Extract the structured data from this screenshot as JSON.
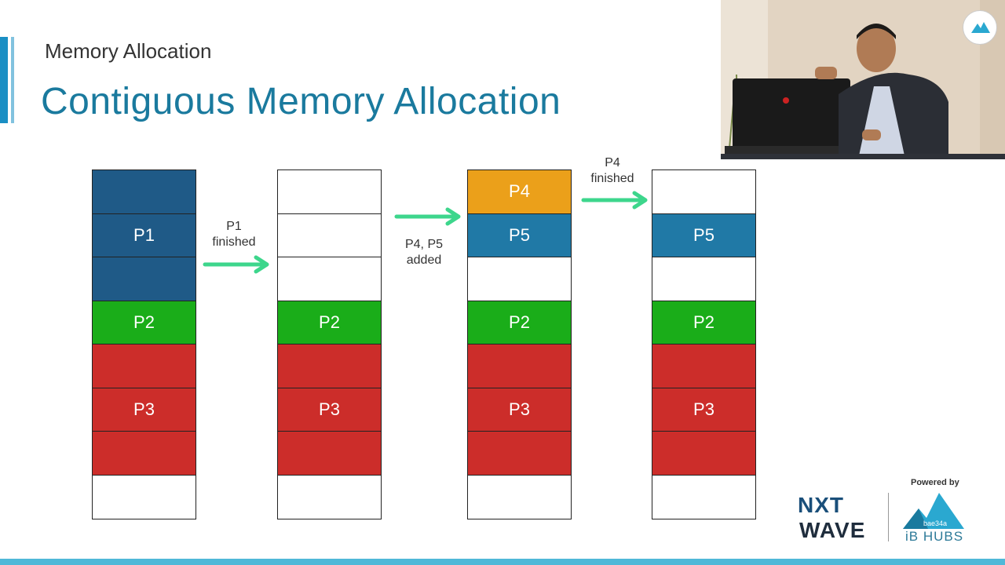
{
  "header": {
    "section_label": "Memory Allocation",
    "title": "Contiguous Memory Allocation"
  },
  "columns": [
    {
      "cells": [
        {
          "label": "",
          "color": "#1f5a87"
        },
        {
          "label": "P1",
          "color": "#1f5a87"
        },
        {
          "label": "",
          "color": "#1f5a87"
        },
        {
          "label": "P2",
          "color": "#1aad19"
        },
        {
          "label": "",
          "color": "#cc2d2a"
        },
        {
          "label": "P3",
          "color": "#cc2d2a"
        },
        {
          "label": "",
          "color": "#cc2d2a"
        },
        {
          "label": "",
          "color": "#ffffff"
        }
      ]
    },
    {
      "cells": [
        {
          "label": "",
          "color": "#ffffff"
        },
        {
          "label": "",
          "color": "#ffffff"
        },
        {
          "label": "",
          "color": "#ffffff"
        },
        {
          "label": "P2",
          "color": "#1aad19"
        },
        {
          "label": "",
          "color": "#cc2d2a"
        },
        {
          "label": "P3",
          "color": "#cc2d2a"
        },
        {
          "label": "",
          "color": "#cc2d2a"
        },
        {
          "label": "",
          "color": "#ffffff"
        }
      ]
    },
    {
      "cells": [
        {
          "label": "P4",
          "color": "#eba01a"
        },
        {
          "label": "P5",
          "color": "#2079a6"
        },
        {
          "label": "",
          "color": "#ffffff"
        },
        {
          "label": "P2",
          "color": "#1aad19"
        },
        {
          "label": "",
          "color": "#cc2d2a"
        },
        {
          "label": "P3",
          "color": "#cc2d2a"
        },
        {
          "label": "",
          "color": "#cc2d2a"
        },
        {
          "label": "",
          "color": "#ffffff"
        }
      ]
    },
    {
      "cells": [
        {
          "label": "",
          "color": "#ffffff"
        },
        {
          "label": "P5",
          "color": "#2079a6"
        },
        {
          "label": "",
          "color": "#ffffff"
        },
        {
          "label": "P2",
          "color": "#1aad19"
        },
        {
          "label": "",
          "color": "#cc2d2a"
        },
        {
          "label": "P3",
          "color": "#cc2d2a"
        },
        {
          "label": "",
          "color": "#cc2d2a"
        },
        {
          "label": "",
          "color": "#ffffff"
        }
      ]
    }
  ],
  "transitions": [
    {
      "line1": "P1",
      "line2": "finished"
    },
    {
      "line1": "P4, P5",
      "line2": "added"
    },
    {
      "line1": "P4",
      "line2": "finished"
    }
  ],
  "colors": {
    "arrow": "#3dd68c",
    "title": "#1a7a9e",
    "accent": "#1a8fc4"
  },
  "branding": {
    "nxt": "NXT",
    "wave": "WAVE",
    "powered_by": "Powered by",
    "ib_hubs": "iB HUBS",
    "logo_text": "bae34a"
  },
  "icons": [
    "presenter-video",
    "ib-hubs-logo-icon",
    "nxtwave-logo-icon",
    "ib-hubs-mountain-icon"
  ]
}
